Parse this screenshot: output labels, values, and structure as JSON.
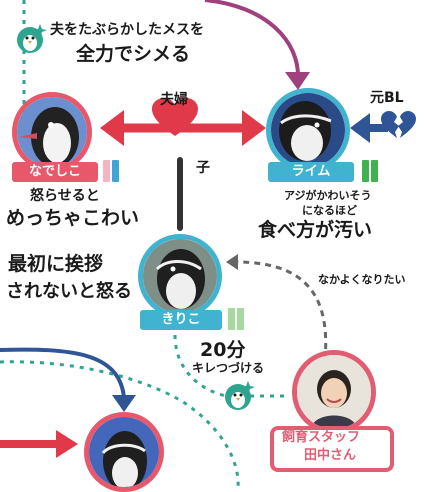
{
  "colors": {
    "nadeshiko": "#e8586a",
    "raimu": "#3fb3cf",
    "kiriko": "#3fb3cf",
    "staff": "#e25d72",
    "teal": "#2ea58f",
    "purple": "#a0407f",
    "navy": "#2f5597",
    "red": "#e03a4a"
  },
  "top_caption": {
    "line1": "夫をたぶらかしたメスを",
    "line2": "全力でシメる"
  },
  "couple_label": "夫婦",
  "ex_bl_label": "元BL",
  "child_label": "子",
  "nadeshiko": {
    "name": "なでしこ",
    "note_line1": "怒らせると",
    "note_line2": "めっちゃこわい",
    "bar_colors": [
      "#f4b5c3",
      "#3fa5d8"
    ]
  },
  "raimu": {
    "name": "ライム",
    "note_line1": "アジがかわいそう",
    "note_line2": "になるほど",
    "note_line3": "食べ方が汚い",
    "bar_colors": [
      "#3fb24f",
      "#3fb24f"
    ]
  },
  "kiriko": {
    "name": "きりこ",
    "note_line1": "最初に挨拶",
    "note_line2": "されないと怒る",
    "bar_colors": [
      "#a6d8a0",
      "#a6d8a0"
    ]
  },
  "friendly_label": "なかよくなりたい",
  "duration": {
    "value": "20分",
    "label": "キレつづける"
  },
  "staff": {
    "line1": "飼育スタッフ",
    "line2": "田中さん"
  }
}
